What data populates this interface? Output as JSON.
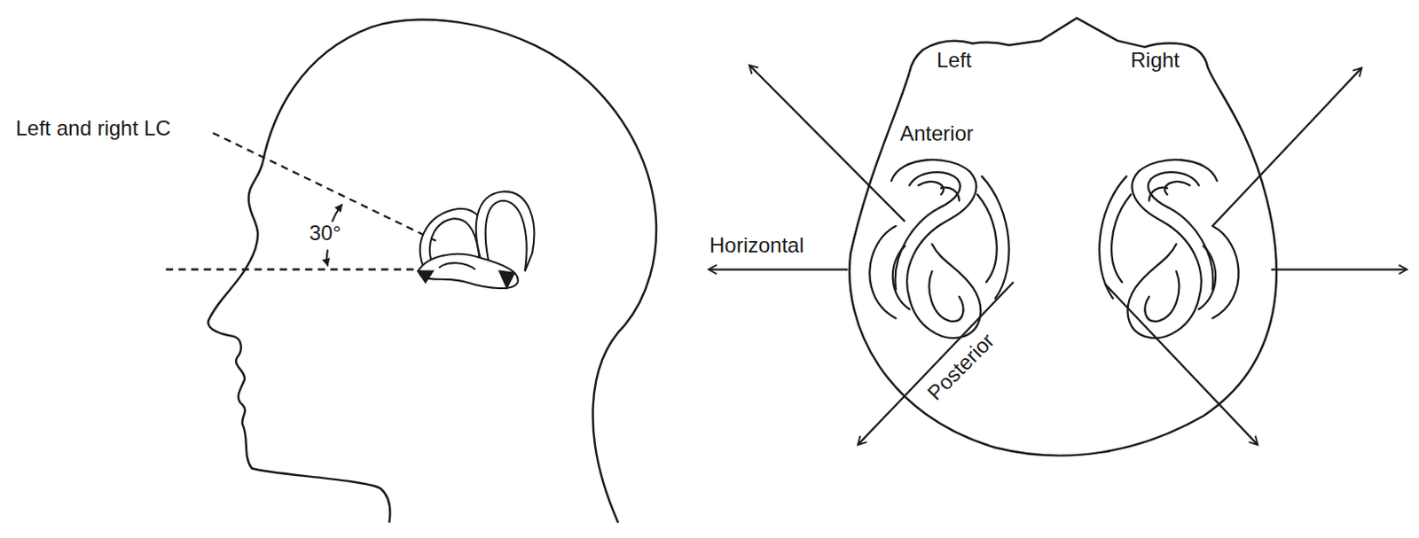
{
  "diagram": {
    "labels": [
      "Left and right LC",
      "30°",
      "Horizontal",
      "Anterior",
      "Posterior",
      "Left",
      "Right"
    ]
  }
}
